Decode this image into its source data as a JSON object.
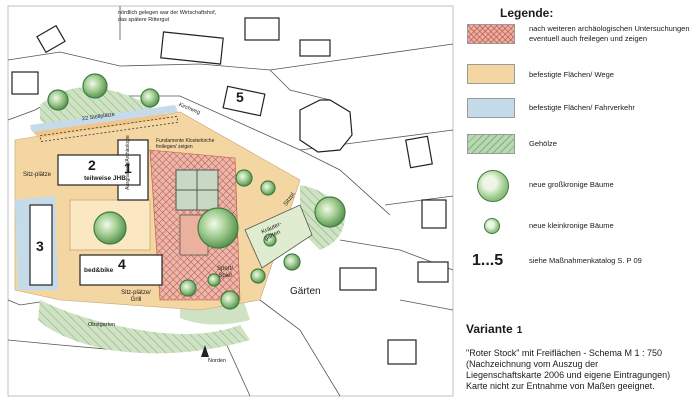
{
  "plan": {
    "labels": {
      "north_note": "nördlich gelegen war der Wirtschaftshof, das spätere Rittergut",
      "parking_22": "22 Stellplätze",
      "kirchweg": "Kirchweg",
      "seats_left": "Sitz-plätze",
      "building_2_use": "teilweise JHB",
      "building_4_use": "bed&bike",
      "fundamente": "Fundamente Klosterkirche freilegen/ zeigen",
      "archaeology_zone": "Ausgrabung/Archäologie",
      "seats_grill": "Sitz-plätze/ Grill",
      "kraeuter": "Kräuter-garten",
      "sport": "Sport/ Spiel",
      "sitzpl": "Sitzpl.",
      "gaerten": "Gärten",
      "obstgarten": "Obstgarten",
      "norden": "Norden"
    },
    "numbers": [
      "1",
      "2",
      "3",
      "4",
      "5"
    ]
  },
  "legend": {
    "title": "Legende:",
    "items": [
      {
        "text": "nach weiteren archäologischen Untersuchungen eventuell auch freilegen und zeigen"
      },
      {
        "text": "befestigte Flächen/ Wege"
      },
      {
        "text": "befestigte Flächen/ Fahrverkehr"
      },
      {
        "text": "Gehölze"
      },
      {
        "text": "neue großkronige Bäume"
      },
      {
        "text": "neue kleinkronige Bäume"
      },
      {
        "num": "1...5",
        "text": "siehe Maßnahmenkatalog S. P 09"
      }
    ]
  },
  "variant": {
    "label": "Variante",
    "number": "1"
  },
  "caption": [
    "\"Roter Stock\" mit Freiflächen - Schema M 1 : 750",
    "(Nachzeichnung vom Auszug der",
    "Liegenschaftskarte 2006 und eigene Eintragungen)",
    "Karte nicht zur Entnahme von Maßen geeignet."
  ],
  "colors": {
    "archaeology": "#e8b0a6",
    "paths": "#f4d6a2",
    "traffic": "#c6dbea",
    "woods": "#b9d7b3",
    "tree_stroke": "#3f7d3f"
  }
}
